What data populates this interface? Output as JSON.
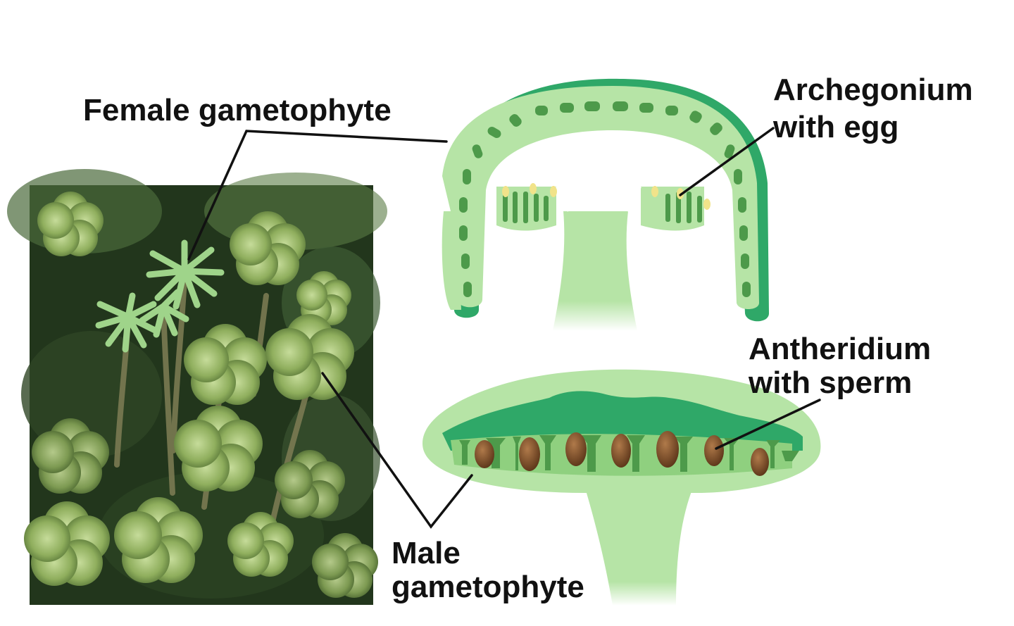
{
  "labels": {
    "female_gametophyte": "Female gametophyte",
    "archegonium_line1": "Archegonium",
    "archegonium_line2": "with egg",
    "antheridium_line1": "Antheridium",
    "antheridium_line2": "with sperm",
    "male_line1": "Male",
    "male_line2": "gametophyte"
  },
  "colors": {
    "tissue_light": "#b6e4a6",
    "tissue_mid": "#8fd07f",
    "tissue_dark": "#2fa868",
    "cell_dark": "#4d9a4a",
    "egg": "#f1e38a",
    "sperm": "#7a4a26",
    "leader_line": "#111111"
  }
}
